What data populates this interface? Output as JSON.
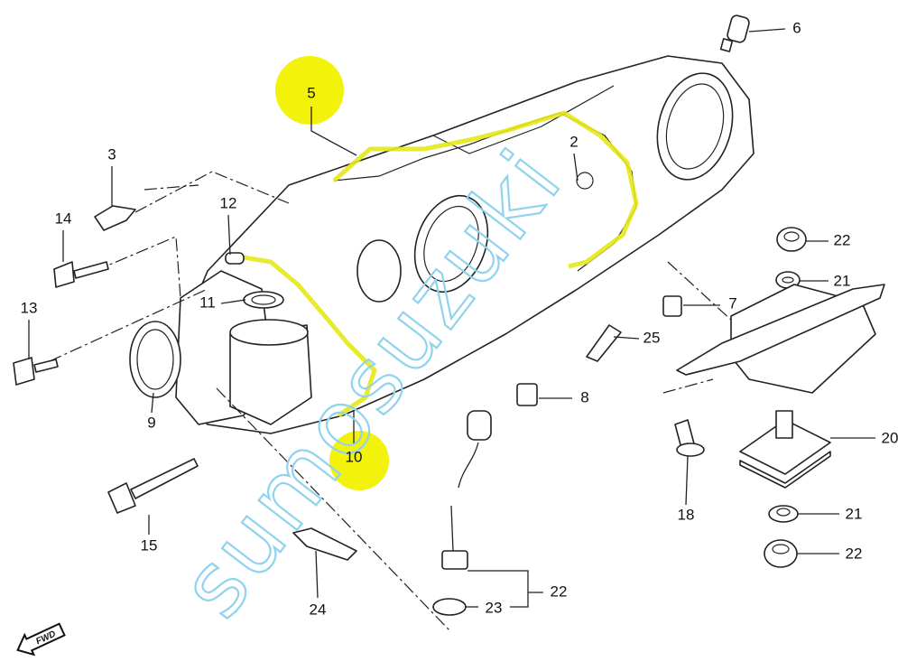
{
  "diagram": {
    "watermark": "sumosuzuki",
    "fwd_label": "FWD",
    "highlight_color": "#f2f20a",
    "watermark_color": "#8fd3ee",
    "callouts": [
      "6",
      "5",
      "3",
      "2",
      "12",
      "14",
      "22",
      "21",
      "13",
      "11",
      "7",
      "25",
      "8",
      "9",
      "10",
      "20",
      "18",
      "21",
      "15",
      "22",
      "22",
      "23",
      "24"
    ]
  }
}
